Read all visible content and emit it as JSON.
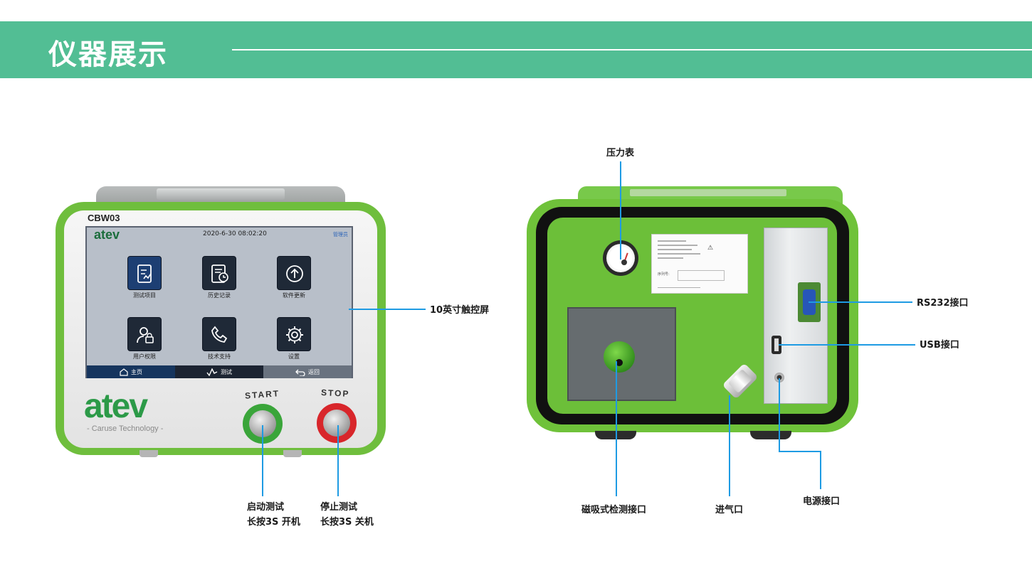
{
  "header": {
    "title": "仪器展示"
  },
  "front_device": {
    "model": "CBW03",
    "screen": {
      "logo": "atev",
      "datetime": "2020-6-30  08:02:20",
      "user": "管理员",
      "tiles": [
        {
          "label": "测试项目",
          "icon": "clipboard-chart-icon"
        },
        {
          "label": "历史记录",
          "icon": "document-clock-icon"
        },
        {
          "label": "软件更新",
          "icon": "upload-arrow-icon"
        },
        {
          "label": "用户权限",
          "icon": "user-lock-icon"
        },
        {
          "label": "技术支持",
          "icon": "phone-icon"
        },
        {
          "label": "设置",
          "icon": "gear-icon"
        }
      ],
      "bottom_bar": [
        {
          "label": "主页",
          "icon": "home-icon"
        },
        {
          "label": "测试",
          "icon": "waveform-icon"
        },
        {
          "label": "返回",
          "icon": "return-arrow-icon"
        }
      ]
    },
    "brand": {
      "logo": "atev",
      "tagline": "- Caruse Technology -"
    },
    "start_label": "START",
    "stop_label": "STOP",
    "colors": {
      "body": "#6fbe3d",
      "start_ring": "#3aa53a",
      "stop_ring": "#d8262b"
    }
  },
  "back_device": {
    "nameplate_box_label": "序列号:"
  },
  "callouts": {
    "touchscreen": "10英寸触控屏",
    "start_line1": "启动测试",
    "start_line2": "长按3S 开机",
    "stop_line1": "停止测试",
    "stop_line2": "长按3S 关机",
    "gauge": "压力表",
    "rs232": "RS232接口",
    "usb": "USB接口",
    "magnetic": "磁吸式检测接口",
    "inlet": "进气口",
    "power": "电源接口",
    "line_color": "#1e9be3"
  },
  "colors": {
    "header_band": "#52be94"
  }
}
